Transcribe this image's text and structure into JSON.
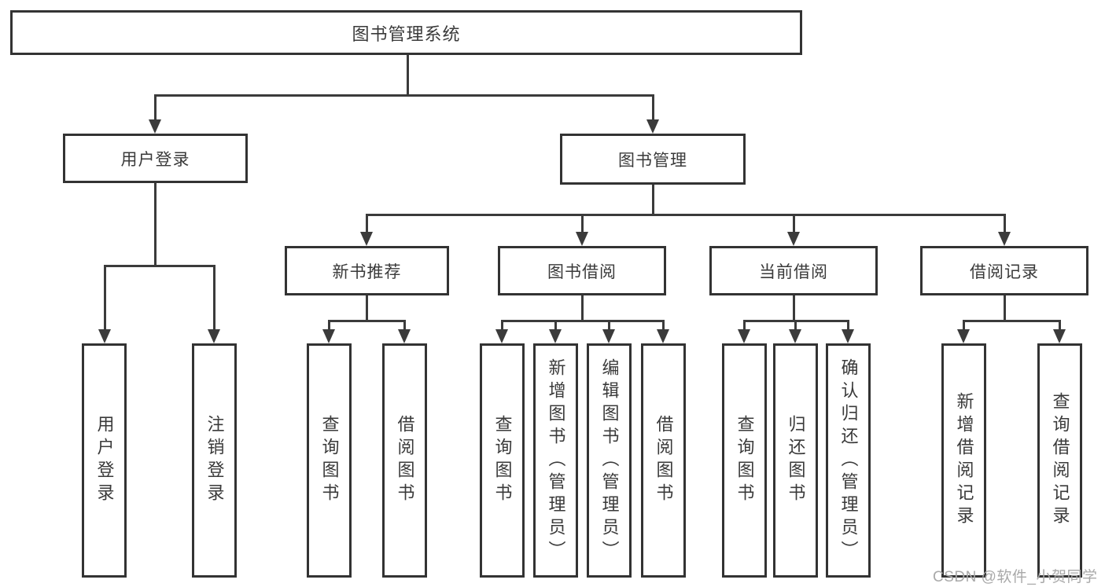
{
  "diagram": {
    "root": {
      "label": "图书管理系统"
    },
    "branches": {
      "user_login": {
        "label": "用户登录"
      },
      "book_management": {
        "label": "图书管理"
      }
    },
    "sections": {
      "new_book_recommendation": {
        "label": "新书推荐"
      },
      "book_borrowing": {
        "label": "图书借阅"
      },
      "current_borrowing": {
        "label": "当前借阅"
      },
      "borrowing_records": {
        "label": "借阅记录"
      }
    },
    "leaves": {
      "user_login": {
        "label": "用户登录"
      },
      "logout": {
        "label": "注销登录"
      },
      "recommend_query_books": {
        "label": "查询图书"
      },
      "recommend_borrow_books": {
        "label": "借阅图书"
      },
      "borrow_query_books": {
        "label": "查询图书"
      },
      "borrow_add_books_admin": {
        "label": "新增图书（管理员）"
      },
      "borrow_edit_books_admin": {
        "label": "编辑图书（管理员）"
      },
      "borrow_borrow_books": {
        "label": "借阅图书"
      },
      "current_query_books": {
        "label": "查询图书"
      },
      "current_return_books": {
        "label": "归还图书"
      },
      "current_confirm_return_admin": {
        "label": "确认归还（管理员）"
      },
      "records_add_record": {
        "label": "新增借阅记录"
      },
      "records_query_record": {
        "label": "查询借阅记录"
      }
    }
  },
  "watermark": {
    "text": "CSDN @软件_小贺同学"
  },
  "colors": {
    "line": "#3b3b3b",
    "border": "#333333",
    "text": "#3a3a3a",
    "watermark_text": "#a9a9a9",
    "background": "#ffffff"
  }
}
